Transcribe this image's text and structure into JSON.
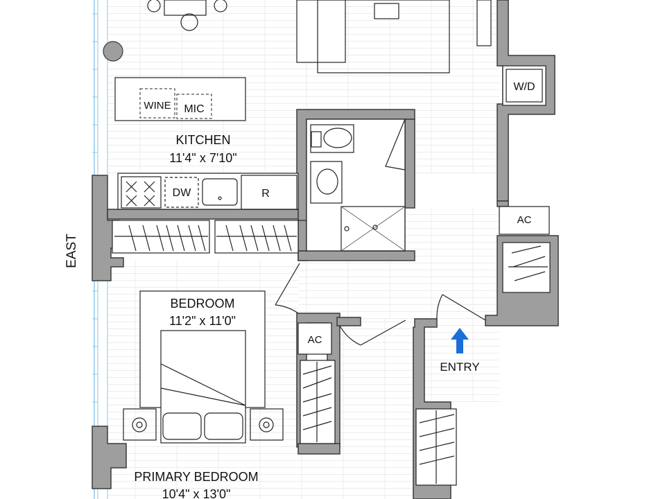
{
  "rooms": {
    "kitchen": {
      "name": "KITCHEN",
      "dims": "11'4\" x 7'10\""
    },
    "bedroom": {
      "name": "BEDROOM",
      "dims": "11'2\" x 11'0\""
    },
    "primary_bedroom": {
      "name": "PRIMARY BEDROOM",
      "dims": "10'4\" x 13'0\""
    }
  },
  "fixtures": {
    "wine": "WINE",
    "mic": "MIC",
    "dw": "DW",
    "fridge": "R",
    "wd": "W/D",
    "ac_right": "AC",
    "ac_center": "AC"
  },
  "entry_label": "ENTRY",
  "orientation": "EAST",
  "colors": {
    "wall": "#9e9e9e",
    "wall_stroke": "#3a3a3a",
    "floor_line": "#e4e4e4",
    "arrow": "#1a6fd6",
    "window": "#8ec8e8"
  }
}
